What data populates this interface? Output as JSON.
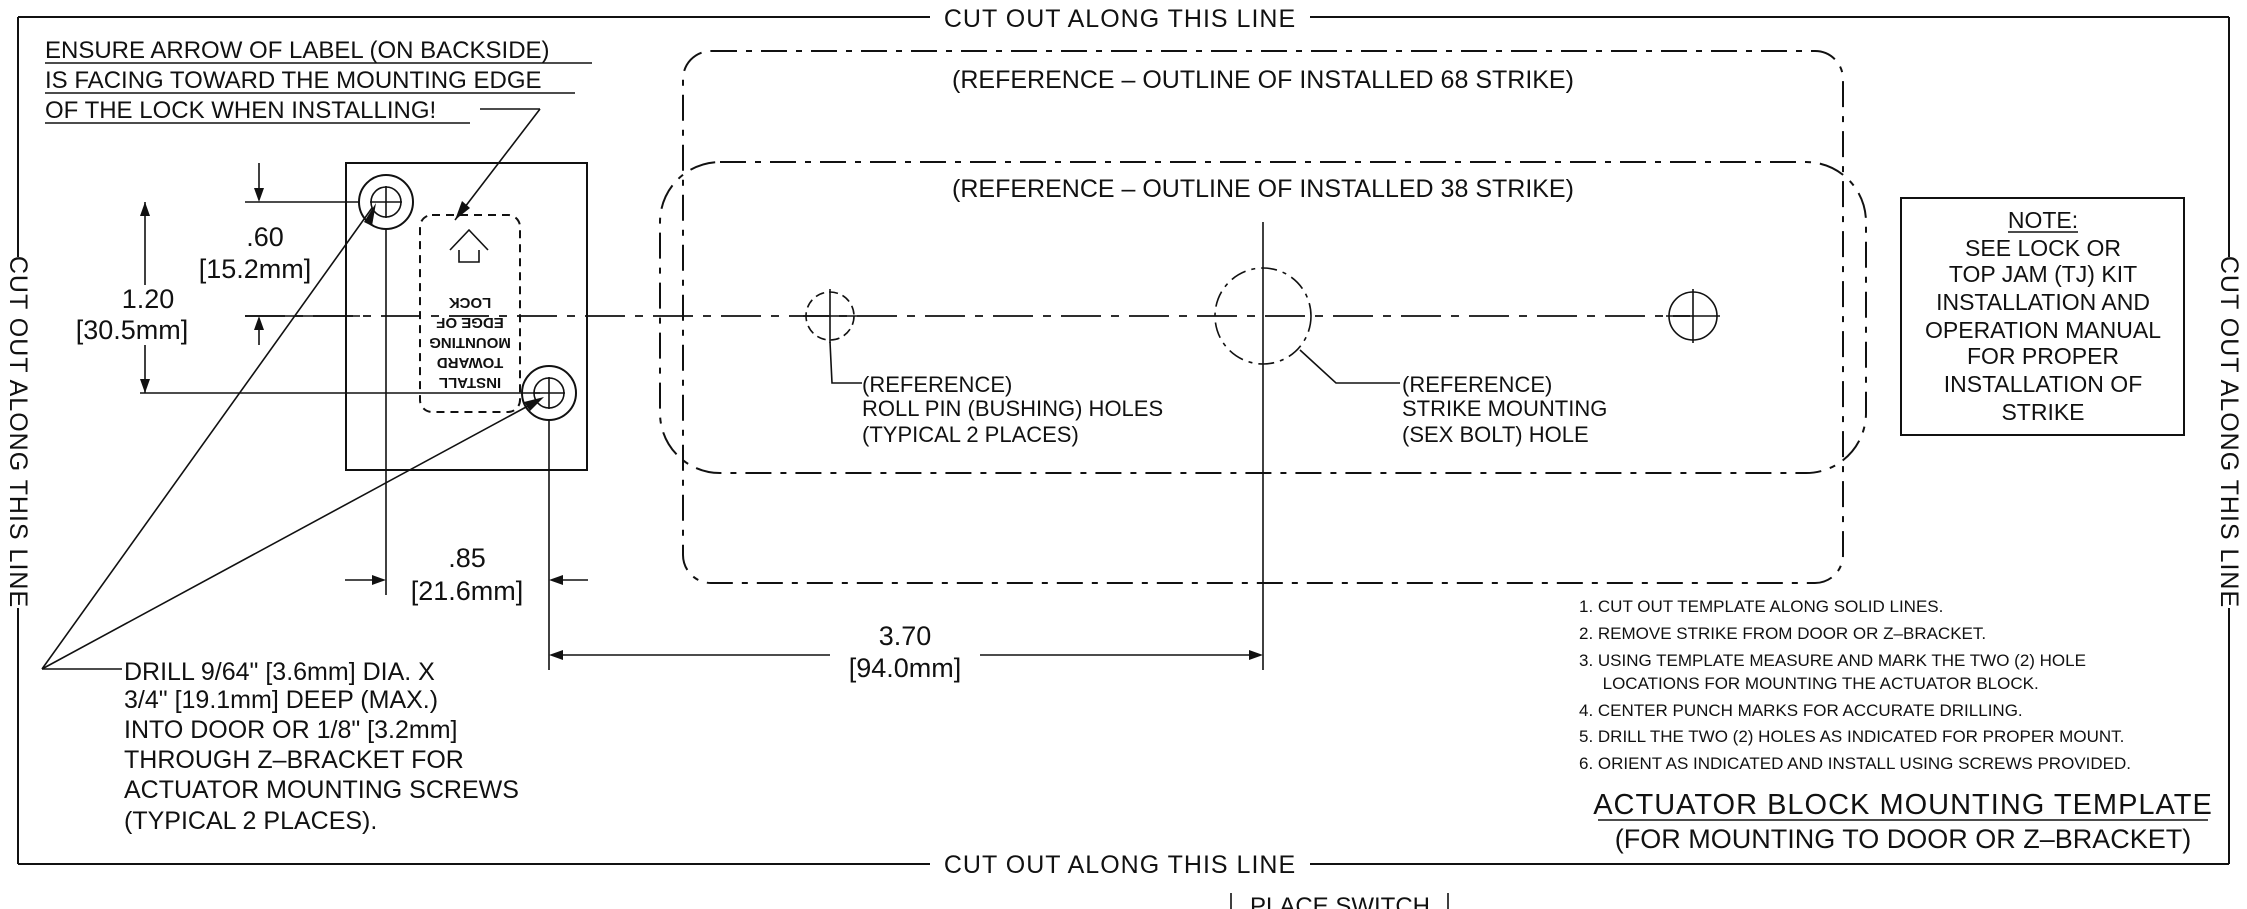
{
  "cut_line_label": "CUT OUT ALONG THIS LINE",
  "top_note": [
    "ENSURE ARROW OF LABEL (ON BACKSIDE)",
    "IS FACING TOWARD THE MOUNTING EDGE",
    "OF THE LOCK WHEN INSTALLING!"
  ],
  "reference_68": "(REFERENCE – OUTLINE OF INSTALLED 68 STRIKE)",
  "reference_38": "(REFERENCE – OUTLINE OF INSTALLED 38 STRIKE)",
  "label_sticker": [
    "INSTALL",
    "TOWARD",
    "MOUNTING",
    "EDGE OF",
    "LOCK"
  ],
  "dimensions": {
    "d060": ".60",
    "d060_mm": "[15.2mm]",
    "d120": "1.20",
    "d120_mm": "[30.5mm]",
    "d085": ".85",
    "d085_mm": "[21.6mm]",
    "d370": "3.70",
    "d370_mm": "[94.0mm]"
  },
  "roll_pin_callout": [
    "(REFERENCE)",
    "ROLL PIN (BUSHING) HOLES",
    "(TYPICAL 2 PLACES)"
  ],
  "strike_callout": [
    "(REFERENCE)",
    "STRIKE MOUNTING",
    "(SEX BOLT) HOLE"
  ],
  "drill_callout": [
    "DRILL 9/64\" [3.6mm] DIA. X",
    "3/4\" [19.1mm] DEEP (MAX.)",
    "INTO DOOR OR 1/8\" [3.2mm]",
    "THROUGH Z–BRACKET FOR",
    "ACTUATOR MOUNTING SCREWS",
    "(TYPICAL 2 PLACES)."
  ],
  "note_box": [
    "NOTE:",
    "SEE LOCK OR",
    "TOP JAM (TJ) KIT",
    "INSTALLATION AND",
    "OPERATION MANUAL",
    "FOR PROPER",
    "INSTALLATION OF",
    "STRIKE"
  ],
  "steps": [
    "1.  CUT OUT TEMPLATE ALONG SOLID LINES.",
    "2.  REMOVE STRIKE FROM DOOR OR Z–BRACKET.",
    "3.  USING TEMPLATE MEASURE AND MARK THE TWO (2) HOLE",
    "     LOCATIONS FOR MOUNTING THE ACTUATOR BLOCK.",
    "4.  CENTER PUNCH MARKS FOR ACCURATE DRILLING.",
    "5.  DRILL THE TWO (2) HOLES AS INDICATED FOR PROPER MOUNT.",
    "6.  ORIENT AS INDICATED AND INSTALL USING SCREWS PROVIDED."
  ],
  "title": "ACTUATOR BLOCK MOUNTING TEMPLATE",
  "subtitle": "(FOR MOUNTING TO DOOR OR Z–BRACKET)",
  "bottom_partial": "PLACE SWITCH"
}
